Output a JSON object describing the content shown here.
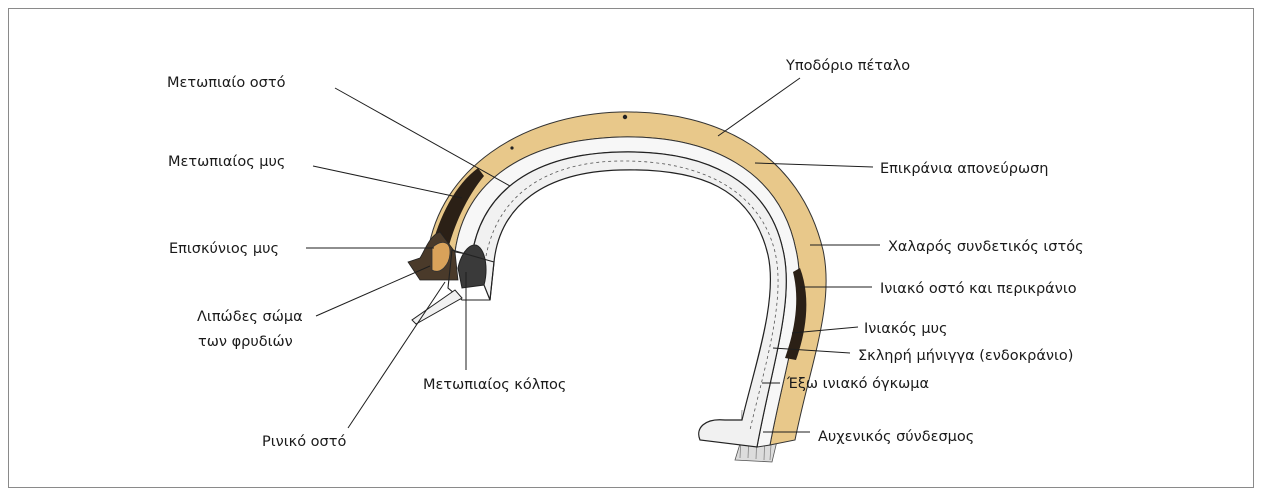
{
  "labels": {
    "frontal_bone": "Μετωπιαίο οστό",
    "frontalis_muscle": "Μετωπιαίος μυς",
    "orbicularis_muscle": "Επισκύνιος μυς",
    "fat_pad_line1": "Λιπώδες σώμα",
    "fat_pad_line2": "των φρυδιών",
    "nasal_bone": "Ρινικό οστό",
    "frontal_sinus": "Μετωπιαίος κόλπος",
    "subcutaneous_layer": "Υποδόριο πέταλο",
    "galea": "Επικράνια απονεύρωση",
    "loose_tissue": "Χαλαρός συνδετικός ιστός",
    "occipital_bone": "Ινιακό οστό και περικράνιο",
    "occipital_muscle": "Ινιακός μυς",
    "dura": "Σκληρή μήνιγγα (ενδοκράνιο)",
    "protuberance": "Έξω ινιακό όγκωμα",
    "nuchal_ligament": "Αυχενικός σύνδεσμος"
  },
  "colors": {
    "fat": "#e8c88a",
    "muscle": "#2b2016",
    "bone_fill": "#f1f1f1",
    "outline": "#222222"
  }
}
